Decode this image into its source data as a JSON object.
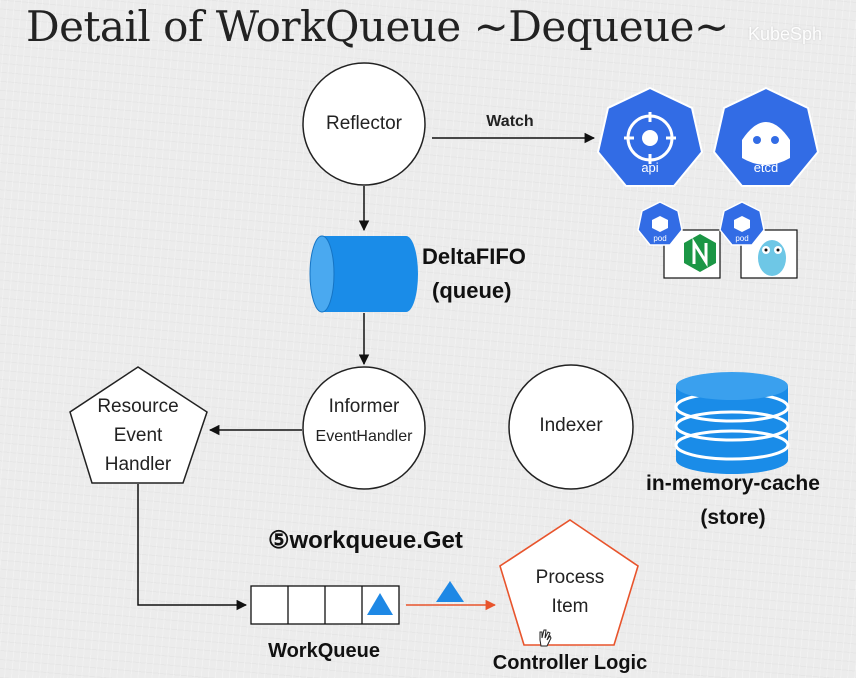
{
  "title": "Detail of WorkQueue ~Dequeue~",
  "watermark": "KubeSph",
  "nodes": {
    "reflector": "Reflector",
    "deltafifo_name": "DeltaFIFO",
    "deltafifo_sub": "(queue)",
    "informer": "Informer",
    "informer_sub": "EventHandler",
    "resource_handler": [
      "Resource",
      "Event",
      "Handler"
    ],
    "indexer": "Indexer",
    "cache_name": "in-memory-cache",
    "cache_sub": "(store)",
    "process_item": [
      "Process",
      "Item"
    ],
    "workqueue": "WorkQueue",
    "controller_logic": "Controller Logic"
  },
  "edges": {
    "watch": "Watch",
    "step5": "⑤workqueue.Get"
  },
  "icons": {
    "api_label": "api",
    "etcd_label": "etcd",
    "pod_label": "pod"
  },
  "colors": {
    "k8s_blue": "#326ce5",
    "cylinder_blue": "#1a8ce8",
    "triangle_blue": "#1e88e5",
    "accent_orange": "#e8542c",
    "nginx_green": "#1b9645",
    "gopher_blue": "#6ec7e6"
  }
}
